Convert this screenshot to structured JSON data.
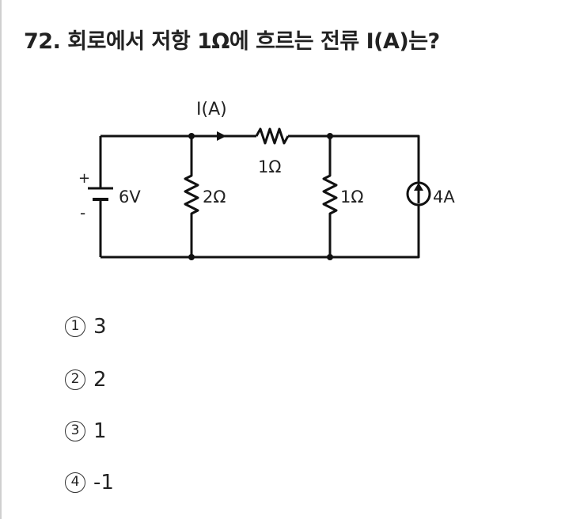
{
  "question": {
    "number": "72.",
    "text": "회로에서 저항 1Ω에 흐르는 전류 I(A)는?"
  },
  "circuit": {
    "current_label": "I(A)",
    "source_voltage": "6V",
    "plus": "+",
    "minus": "-",
    "r_shunt_left": "2Ω",
    "r_series": "1Ω",
    "r_shunt_right": "1Ω",
    "current_source": "4A"
  },
  "options": [
    {
      "mark": "1",
      "text": "3"
    },
    {
      "mark": "2",
      "text": "2"
    },
    {
      "mark": "3",
      "text": "1"
    },
    {
      "mark": "4",
      "text": "-1"
    }
  ]
}
